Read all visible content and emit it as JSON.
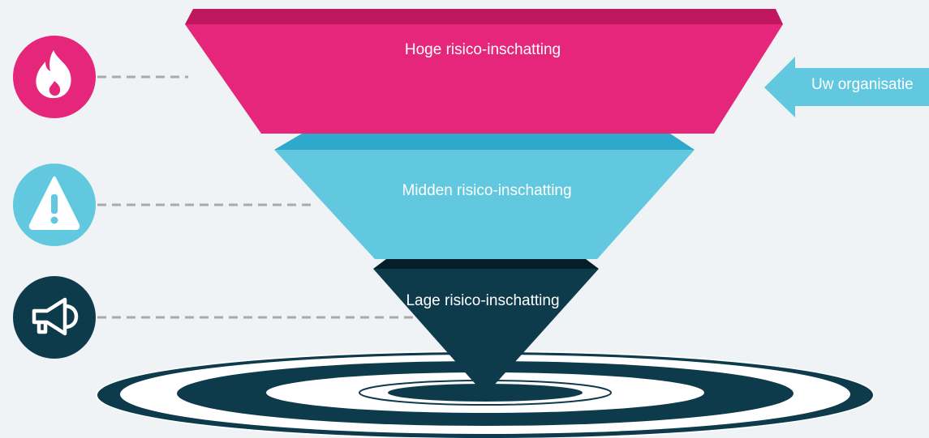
{
  "funnel": {
    "high_label": "Hoge risico-inschatting",
    "mid_label": "Midden risico-inschatting",
    "low_label": "Lage risico-inschatting"
  },
  "pointer": {
    "label": "Uw organisatie"
  },
  "icons": {
    "high": "fire-icon",
    "mid": "warning-icon",
    "low": "megaphone-icon"
  },
  "colors": {
    "high": "#e5267a",
    "high_top": "#c0175f",
    "mid": "#62c8e0",
    "mid_top": "#2ea8cc",
    "low": "#0e3b4c",
    "low_top": "#051f29",
    "arrow": "#62c8e0",
    "connector": "#aaaaaa",
    "background": "#f0f3f5"
  }
}
